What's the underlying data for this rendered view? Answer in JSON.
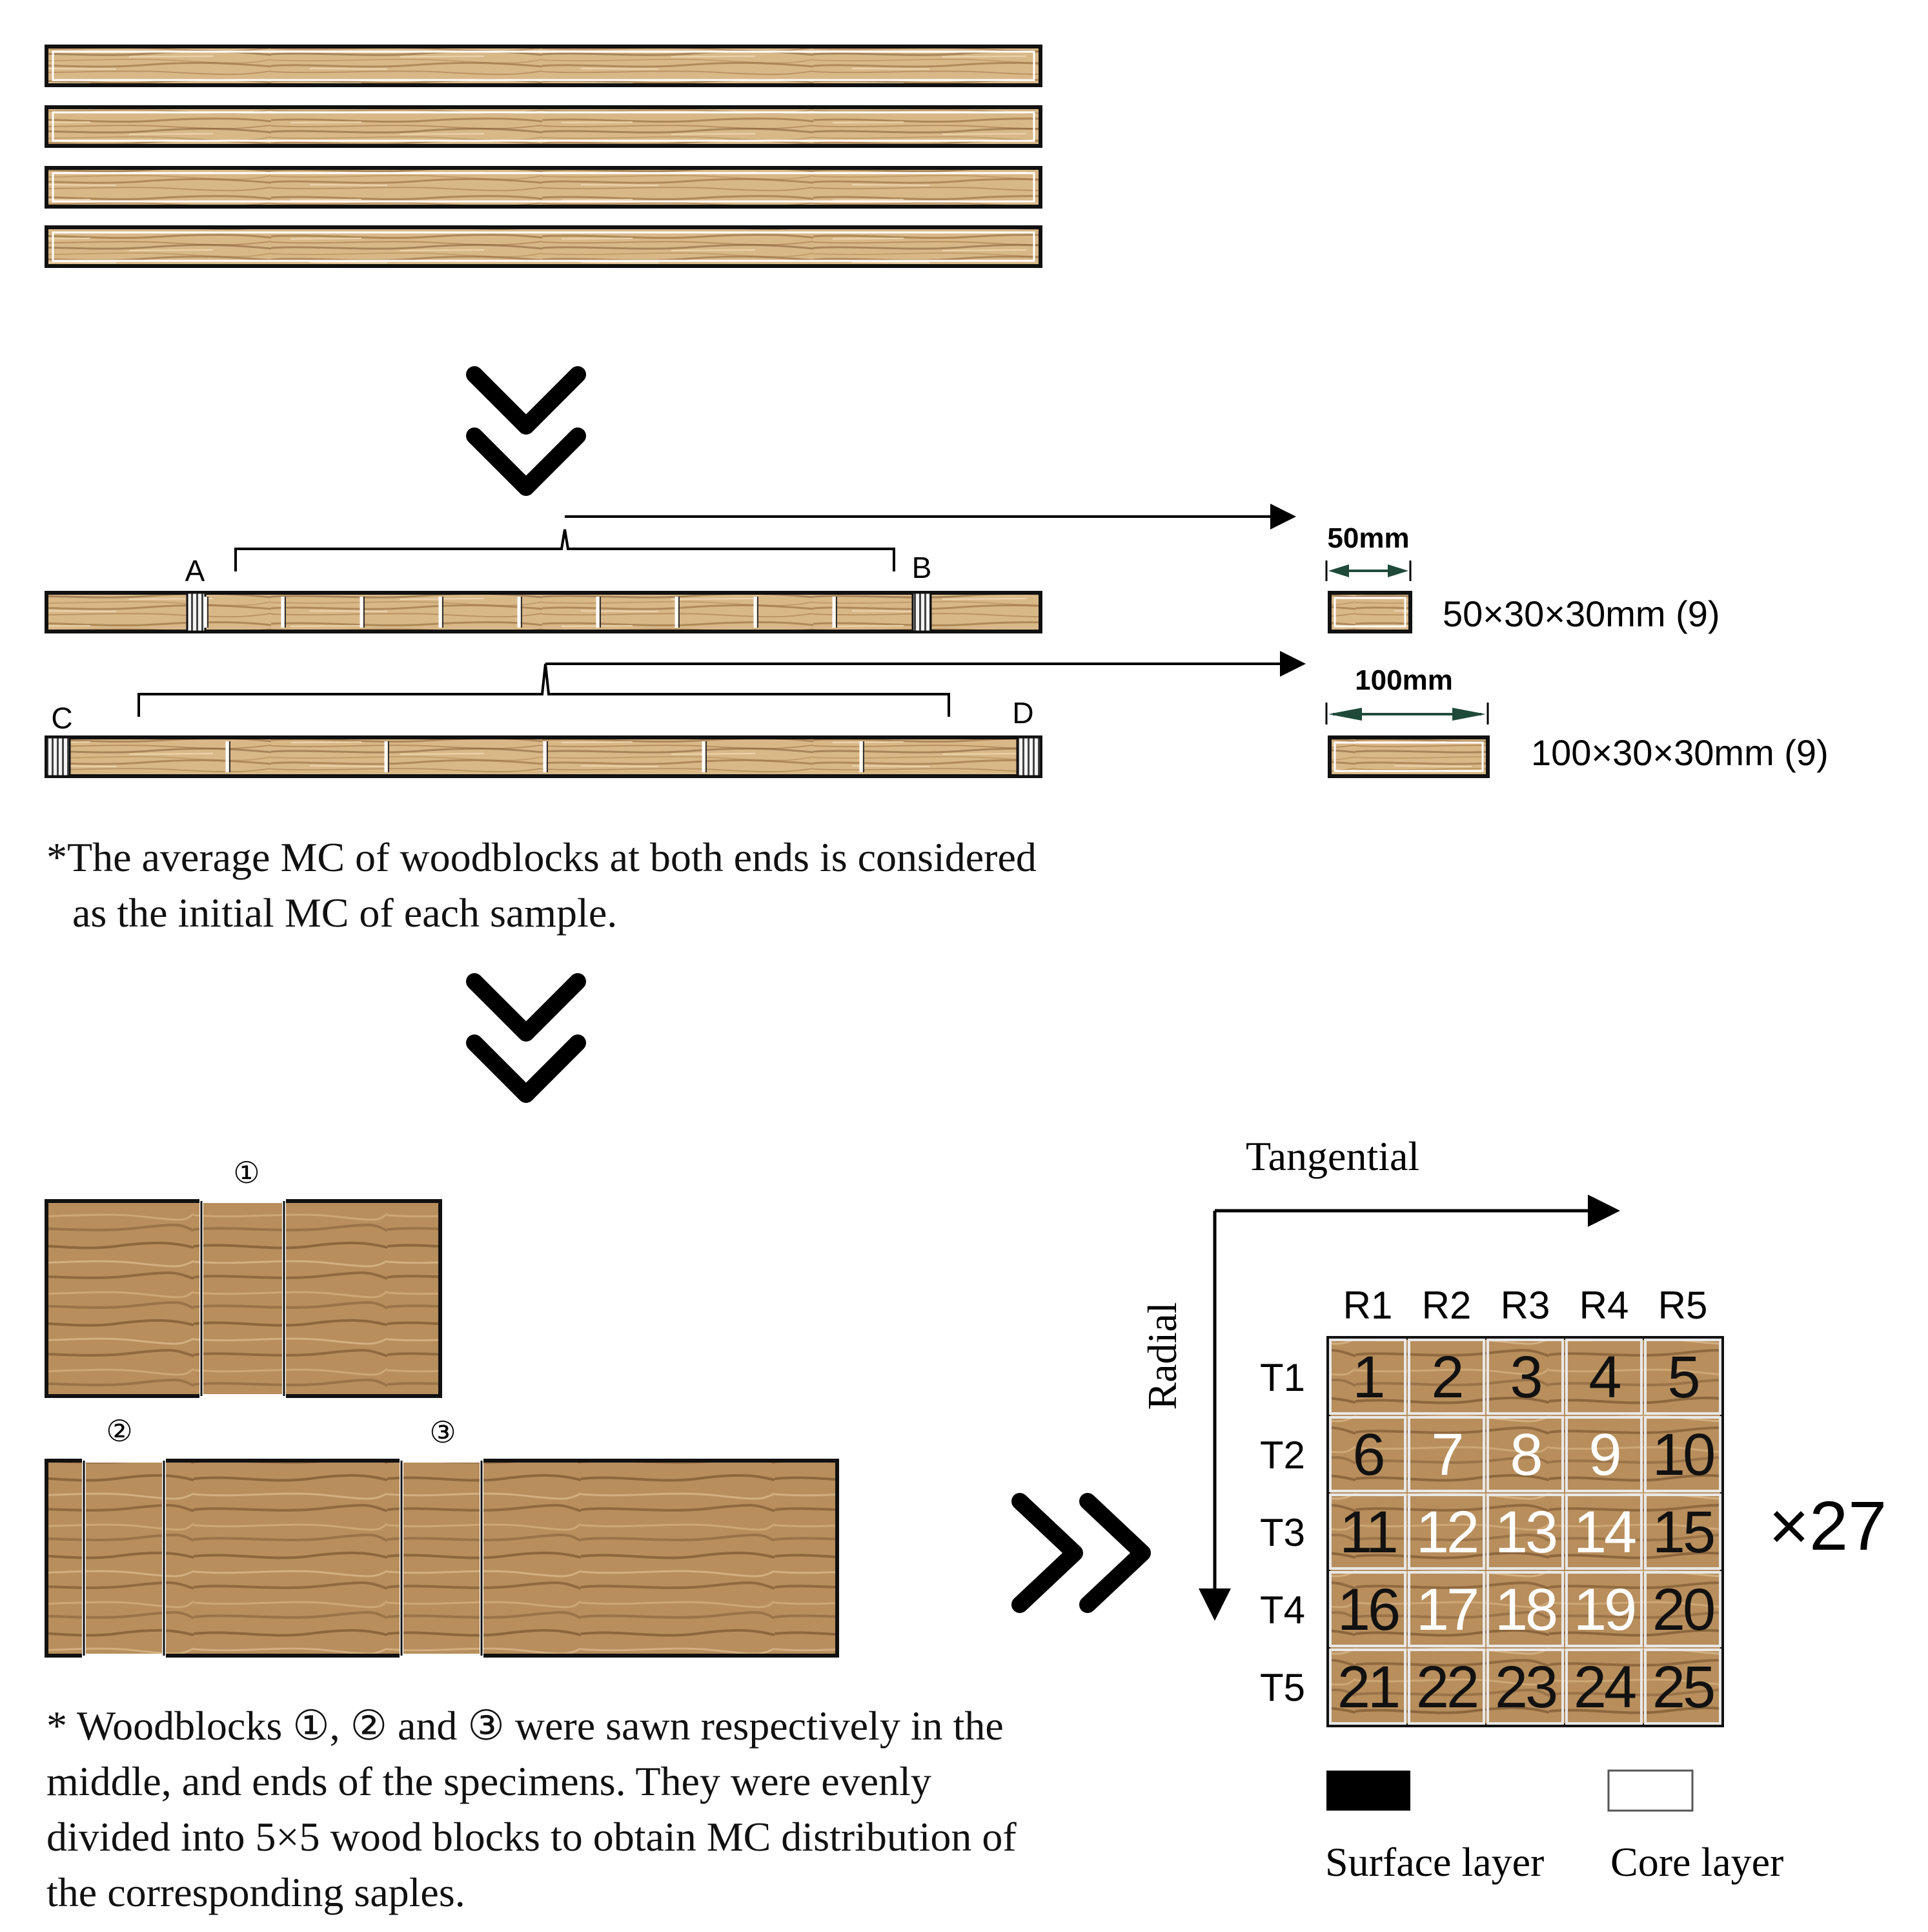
{
  "colors": {
    "wood_light": "#e2c59c",
    "wood_mid": "#b88e5c",
    "wood_dark": "#7a5530",
    "outline": "#111111",
    "arrow": "#000000",
    "dim_arrow": "#1f4a3a"
  },
  "step1": {
    "labels": {
      "a": "A",
      "b": "B",
      "c": "C",
      "d": "D"
    }
  },
  "small_block": {
    "dimension": "50mm",
    "size_label": "50×30×30mm (9)"
  },
  "large_block": {
    "dimension": "100mm",
    "size_label": "100×30×30mm (9)"
  },
  "note1": {
    "line1": "*The average MC of woodblocks at both ends is considered",
    "line2": "as the initial MC of each sample."
  },
  "specimen": {
    "marker1": "①",
    "marker2": "②",
    "marker3": "③"
  },
  "grid": {
    "axis_x_label": "Tangential",
    "axis_y_label": "Radial",
    "col_headers": [
      "R1",
      "R2",
      "R3",
      "R4",
      "R5"
    ],
    "row_headers": [
      "T1",
      "T2",
      "T3",
      "T4",
      "T5"
    ],
    "cells": [
      [
        "1",
        "2",
        "3",
        "4",
        "5"
      ],
      [
        "6",
        "7",
        "8",
        "9",
        "10"
      ],
      [
        "11",
        "12",
        "13",
        "14",
        "15"
      ],
      [
        "16",
        "17",
        "18",
        "19",
        "20"
      ],
      [
        "21",
        "22",
        "23",
        "24",
        "25"
      ]
    ],
    "core_cells": [
      "7",
      "8",
      "9",
      "12",
      "13",
      "14",
      "17",
      "18",
      "19"
    ],
    "multiplier": "×27"
  },
  "legend": {
    "surface": "Surface layer",
    "core": "Core layer"
  },
  "note2": {
    "line1": "* Woodblocks ①, ② and ③ were sawn respectively in the",
    "line2": "middle, and ends of the specimens. They were evenly",
    "line3": "divided into 5×5 wood blocks to obtain MC distribution of",
    "line4": "the corresponding saples."
  }
}
